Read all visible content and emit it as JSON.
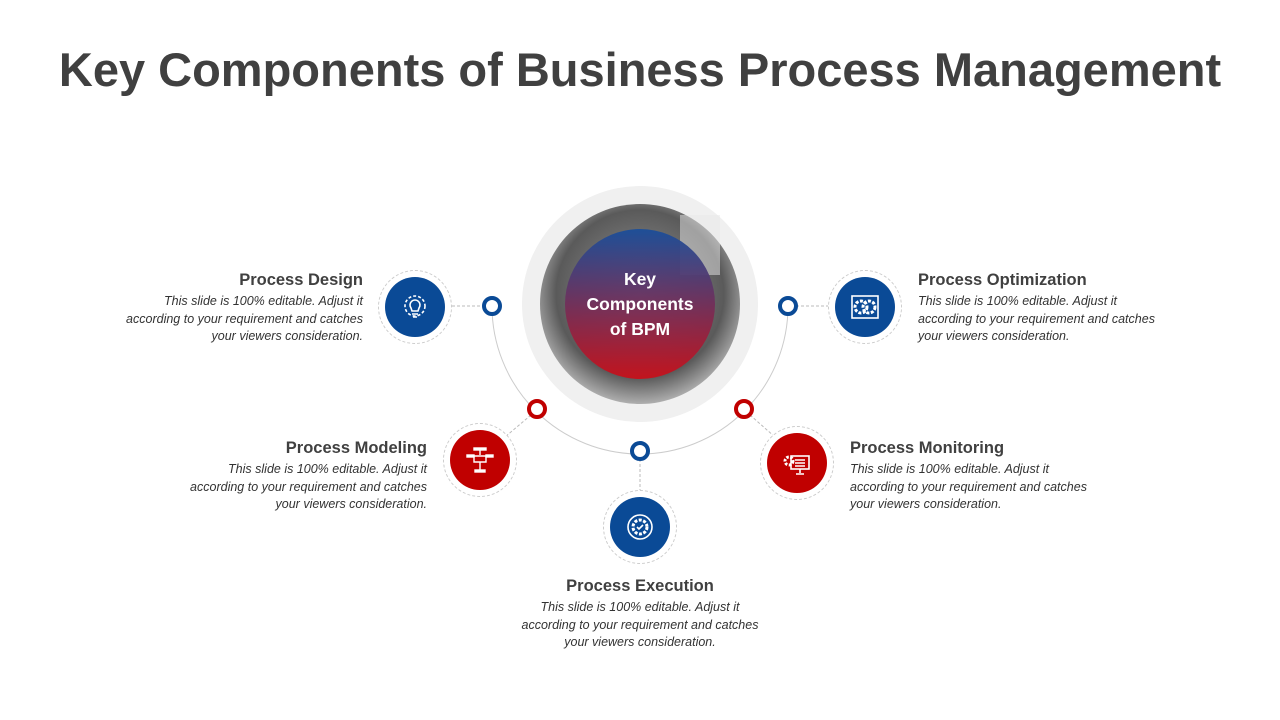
{
  "title": "Key Components of Business Process Management",
  "hub": {
    "label": "Key\nComponents\nof BPM"
  },
  "colors": {
    "blue": "#0a4a96",
    "red": "#c00000",
    "text": "#404040"
  },
  "items": [
    {
      "title": "Process Design",
      "desc": [
        "This slide is 100% editable. Adjust it",
        "according to your requirement and catches",
        "your viewers consideration."
      ],
      "icon": "lightbulb-gear-icon"
    },
    {
      "title": "Process Modeling",
      "desc": [
        "This slide is 100% editable. Adjust it",
        "according to your requirement and catches",
        "your viewers consideration."
      ],
      "icon": "flowchart-icon"
    },
    {
      "title": "Process Execution",
      "desc": [
        "This slide is 100% editable. Adjust it",
        "according to your requirement and catches",
        "your viewers consideration."
      ],
      "icon": "gear-check-icon"
    },
    {
      "title": "Process Monitoring",
      "desc": [
        "This slide is 100% editable. Adjust it",
        "according to your requirement and catches",
        "your viewers consideration."
      ],
      "icon": "monitor-gear-icon"
    },
    {
      "title": "Process Optimization",
      "desc": [
        "This slide is 100% editable. Adjust it",
        "according to your requirement and catches",
        "your viewers consideration."
      ],
      "icon": "gears-cycle-icon"
    }
  ]
}
